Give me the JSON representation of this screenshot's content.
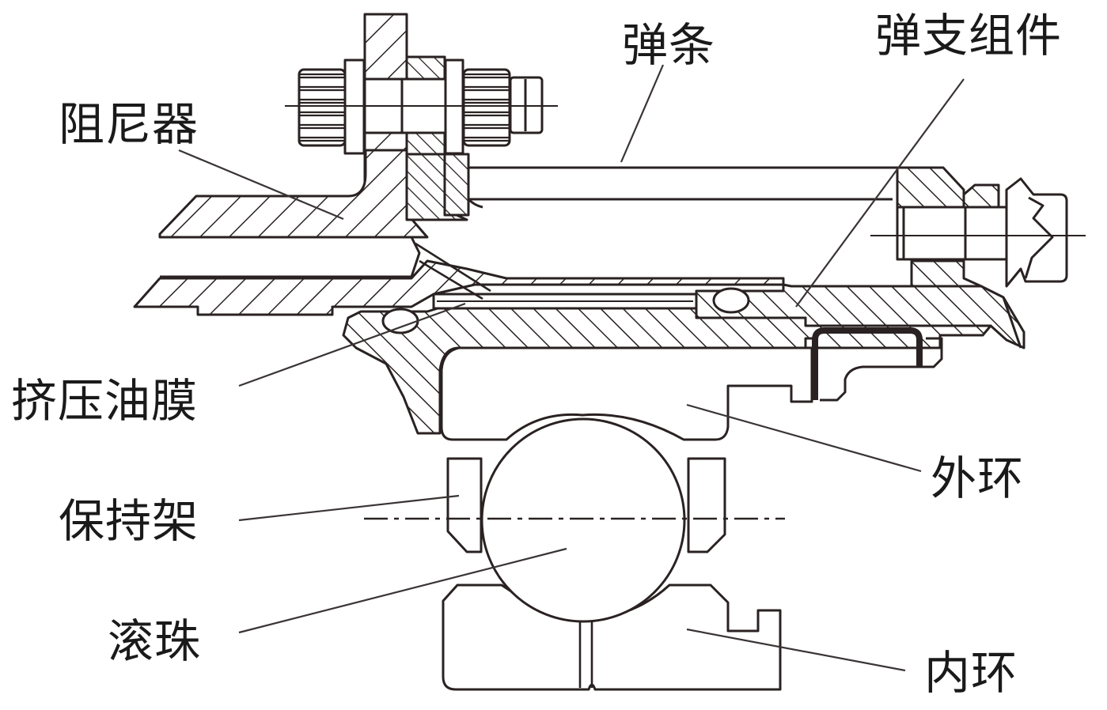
{
  "diagram": {
    "title": "Squeeze film damper bearing cross-section",
    "colors": {
      "line": "#2a2222",
      "background": "#ffffff",
      "label": "#1a1a1a"
    },
    "labels": {
      "damper": "阻尼器",
      "spring_strip": "弹条",
      "spring_support_assembly": "弹支组件",
      "squeeze_oil_film": "挤压油膜",
      "outer_ring": "外环",
      "cage": "保持架",
      "rolling_ball": "滚珠",
      "inner_ring": "内环"
    }
  }
}
